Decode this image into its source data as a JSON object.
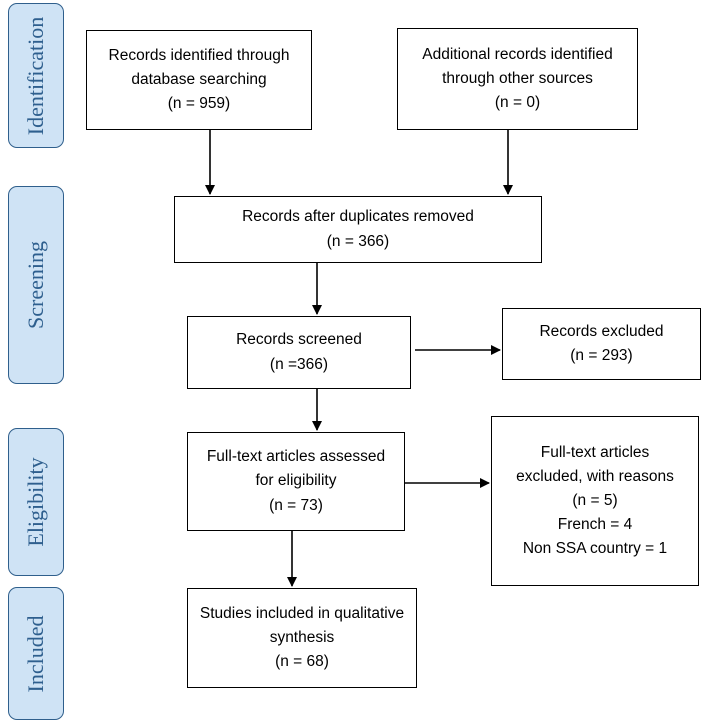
{
  "phases": [
    {
      "id": "identification",
      "label": "Identification"
    },
    {
      "id": "screening",
      "label": "Screening"
    },
    {
      "id": "eligibility",
      "label": "Eligibility"
    },
    {
      "id": "included",
      "label": "Included"
    }
  ],
  "boxes": {
    "database": {
      "lines": [
        "Records identified through",
        "database searching",
        "(n = 959)"
      ]
    },
    "other": {
      "lines": [
        "Additional records identified",
        "through other sources",
        "(n = 0)"
      ]
    },
    "duplicates": {
      "lines": [
        "Records after duplicates removed",
        "(n = 366)"
      ]
    },
    "screened": {
      "lines": [
        "Records screened",
        "(n =366)"
      ]
    },
    "excluded": {
      "lines": [
        "Records excluded",
        "(n = 293)"
      ]
    },
    "fulltext": {
      "lines": [
        "Full-text articles assessed",
        "for eligibility",
        "(n = 73)"
      ]
    },
    "fulltext_excluded": {
      "lines": [
        "Full-text articles",
        "excluded, with reasons",
        "(n = 5)",
        "French = 4",
        "Non SSA country = 1"
      ]
    },
    "included": {
      "lines": [
        "Studies included in qualitative",
        "synthesis",
        "(n = 68)"
      ]
    }
  }
}
